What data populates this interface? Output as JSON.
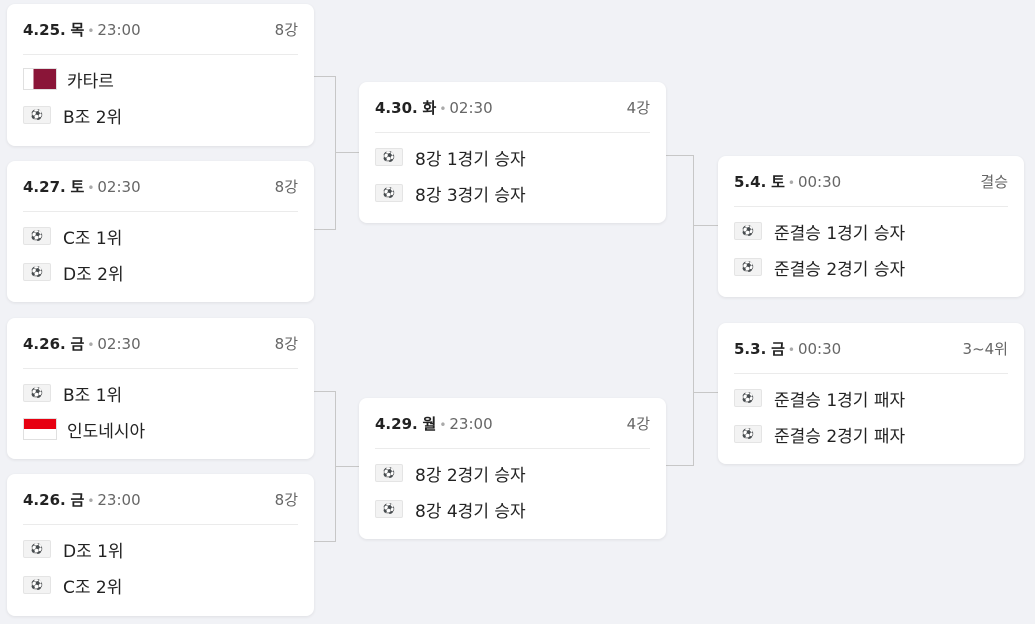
{
  "matches": [
    {
      "date": "4.25.",
      "day": "목",
      "time": "23:00",
      "round": "8강",
      "teams": [
        {
          "name": "카타르",
          "icon": "qatar-flag"
        },
        {
          "name": "B조 2위",
          "icon": "soccer-ball-icon"
        }
      ]
    },
    {
      "date": "4.27.",
      "day": "토",
      "time": "02:30",
      "round": "8강",
      "teams": [
        {
          "name": "C조 1위",
          "icon": "soccer-ball-icon"
        },
        {
          "name": "D조 2위",
          "icon": "soccer-ball-icon"
        }
      ]
    },
    {
      "date": "4.26.",
      "day": "금",
      "time": "02:30",
      "round": "8강",
      "teams": [
        {
          "name": "B조 1위",
          "icon": "soccer-ball-icon"
        },
        {
          "name": "인도네시아",
          "icon": "indonesia-flag"
        }
      ]
    },
    {
      "date": "4.26.",
      "day": "금",
      "time": "23:00",
      "round": "8강",
      "teams": [
        {
          "name": "D조 1위",
          "icon": "soccer-ball-icon"
        },
        {
          "name": "C조 2위",
          "icon": "soccer-ball-icon"
        }
      ]
    },
    {
      "date": "4.30.",
      "day": "화",
      "time": "02:30",
      "round": "4강",
      "teams": [
        {
          "name": "8강 1경기 승자",
          "icon": "soccer-ball-icon"
        },
        {
          "name": "8강 3경기 승자",
          "icon": "soccer-ball-icon"
        }
      ]
    },
    {
      "date": "4.29.",
      "day": "월",
      "time": "23:00",
      "round": "4강",
      "teams": [
        {
          "name": "8강 2경기 승자",
          "icon": "soccer-ball-icon"
        },
        {
          "name": "8강 4경기 승자",
          "icon": "soccer-ball-icon"
        }
      ]
    },
    {
      "date": "5.4.",
      "day": "토",
      "time": "00:30",
      "round": "결승",
      "teams": [
        {
          "name": "준결승 1경기 승자",
          "icon": "soccer-ball-icon"
        },
        {
          "name": "준결승 2경기 승자",
          "icon": "soccer-ball-icon"
        }
      ]
    },
    {
      "date": "5.3.",
      "day": "금",
      "time": "00:30",
      "round": "3~4위",
      "teams": [
        {
          "name": "준결승 1경기 패자",
          "icon": "soccer-ball-icon"
        },
        {
          "name": "준결승 2경기 패자",
          "icon": "soccer-ball-icon"
        }
      ]
    }
  ],
  "colors": {
    "qatar": "#8a1538",
    "indonesia": "#e70011"
  }
}
